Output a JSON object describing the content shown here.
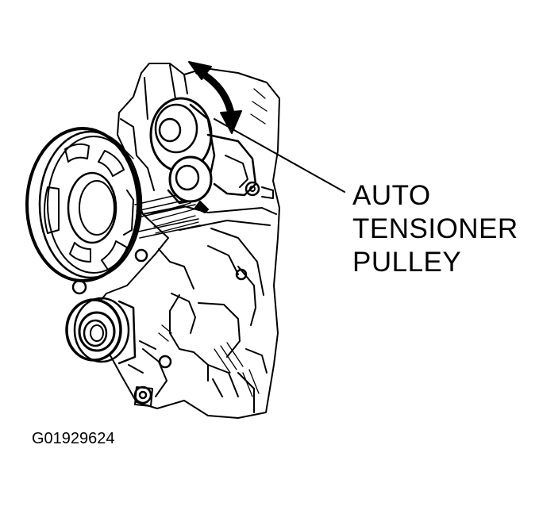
{
  "callout": {
    "lines": [
      "AUTO",
      "TENSIONER",
      "PULLEY"
    ]
  },
  "figure_id": "G01929624"
}
